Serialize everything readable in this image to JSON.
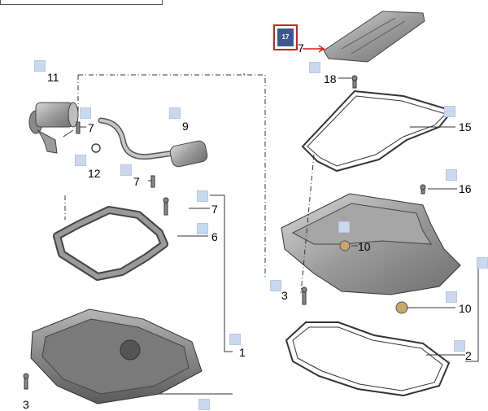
{
  "diagram": {
    "badge_label": "17",
    "callouts": {
      "c11": "11",
      "c7a": "7",
      "c12": "12",
      "c9": "9",
      "c7b": "7",
      "c7c": "7",
      "c6": "6",
      "c1": "1",
      "c3a": "3",
      "c7d": "7",
      "c18": "18",
      "c15": "15",
      "c16": "16",
      "c10a": "10",
      "c3b": "3",
      "c10b": "10",
      "c2": "2"
    },
    "colors": {
      "badge_border": "#d21e1e",
      "badge_fill": "#3a5a8f",
      "marker": "#c9d8ee",
      "part": "#8a8a8a"
    }
  }
}
